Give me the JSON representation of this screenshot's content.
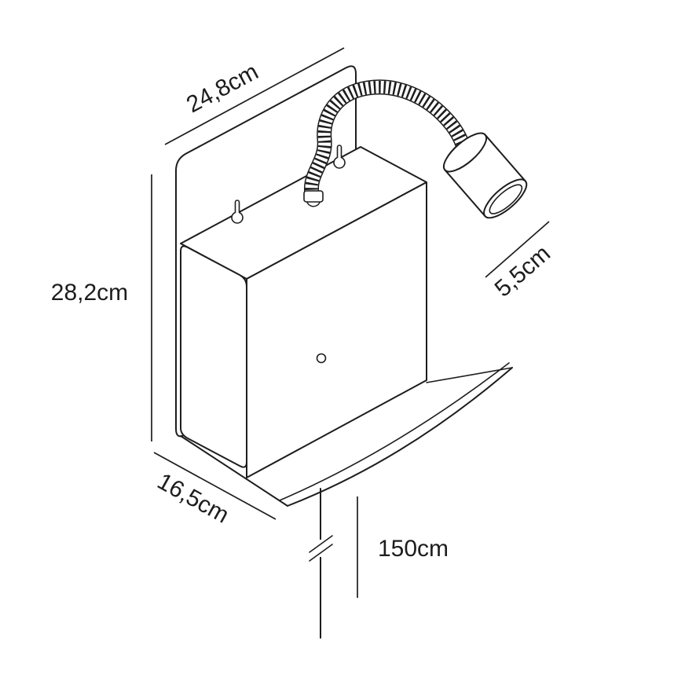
{
  "labels": {
    "top_width": "24,8cm",
    "side_height": "28,2cm",
    "bottom_depth": "16,5cm",
    "head_size": "5,5cm",
    "cable_length": "150cm"
  },
  "colors": {
    "line": "#1d1d1d",
    "text": "#1d1d1d",
    "background": "#ffffff"
  }
}
